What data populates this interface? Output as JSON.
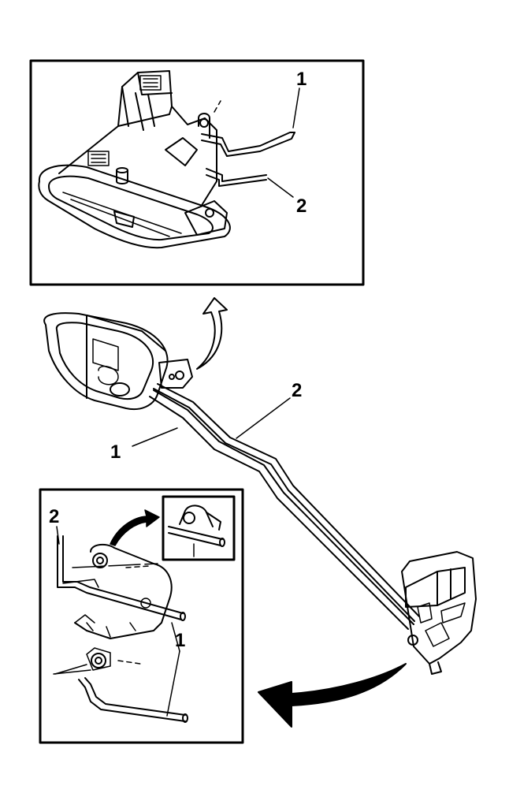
{
  "callouts": {
    "top_detail_1": "1",
    "top_detail_2": "2",
    "main_rod_1": "1",
    "main_rod_2": "2",
    "bottom_detail_1": "1",
    "bottom_detail_2": "2"
  },
  "colors": {
    "ink": "#000000",
    "paper": "#ffffff"
  }
}
